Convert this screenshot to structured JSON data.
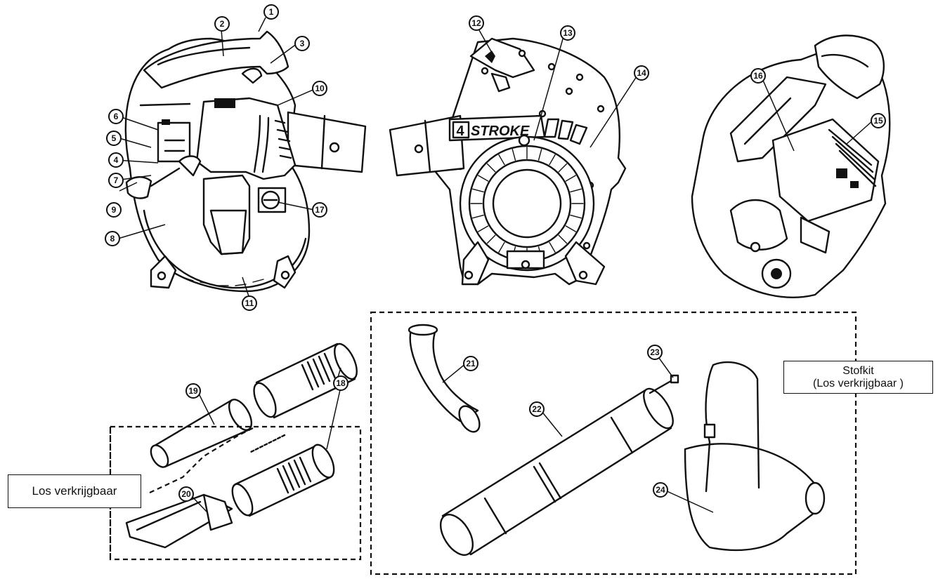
{
  "labels": {
    "separately_available": "Los verkrijgbaar",
    "dust_kit_title": "Stofkit",
    "dust_kit_subtitle": "(Los verkrijgbaar )",
    "brand_decal": "STROKE",
    "brand_decal_mark": "4"
  },
  "callouts": [
    "1",
    "2",
    "3",
    "4",
    "5",
    "6",
    "7",
    "8",
    "9",
    "10",
    "11",
    "12",
    "13",
    "14",
    "15",
    "16",
    "17",
    "18",
    "19",
    "20",
    "21",
    "22",
    "23",
    "24"
  ]
}
